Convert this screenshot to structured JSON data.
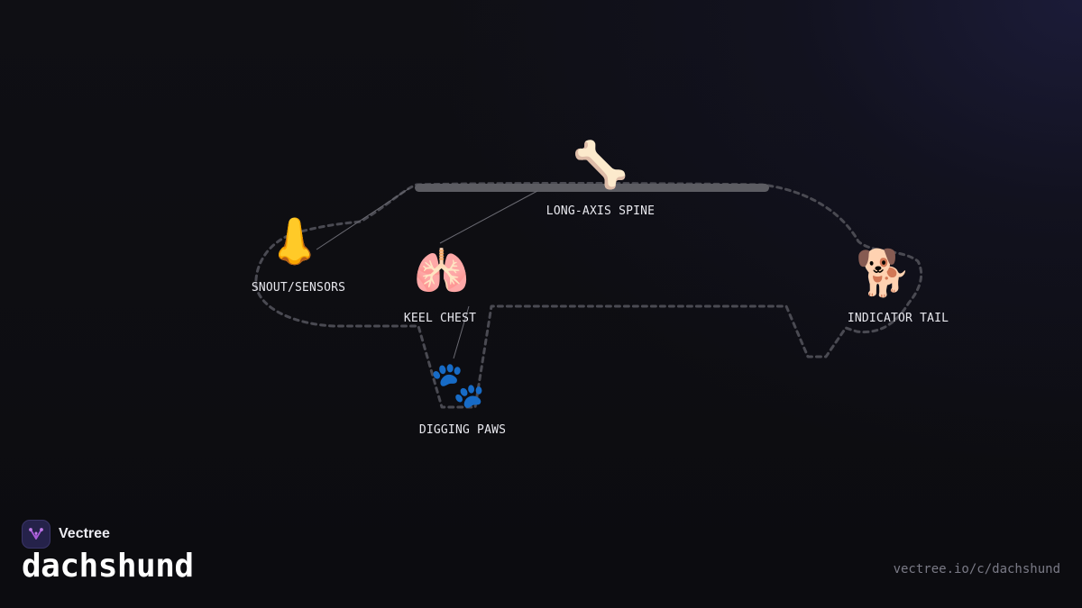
{
  "brand": {
    "name": "Vectree",
    "icon": "vectree-logo-icon",
    "accent_color": "#a85ad8"
  },
  "page": {
    "title": "dachshund",
    "url": "vectree.io/c/dachshund"
  },
  "diagram": {
    "nodes": [
      {
        "id": "snout",
        "label": "SNOUT/SENSORS",
        "emoji": "👃",
        "icon": "nose-icon"
      },
      {
        "id": "spine",
        "label": "LONG-AXIS SPINE",
        "emoji": "🦴",
        "icon": "bone-icon"
      },
      {
        "id": "chest",
        "label": "KEEL CHEST",
        "emoji": "🫁",
        "icon": "lungs-icon"
      },
      {
        "id": "paws",
        "label": "DIGGING PAWS",
        "emoji": "🐾",
        "icon": "paw-prints-icon"
      },
      {
        "id": "tail",
        "label": "INDICATOR TAIL",
        "emoji": "🐕",
        "icon": "dog-icon"
      }
    ],
    "colors": {
      "outline": "#4a4a52",
      "spine_bar": "#5c5c62",
      "connector": "#6a6a72",
      "label": "#e8e8ee"
    }
  }
}
